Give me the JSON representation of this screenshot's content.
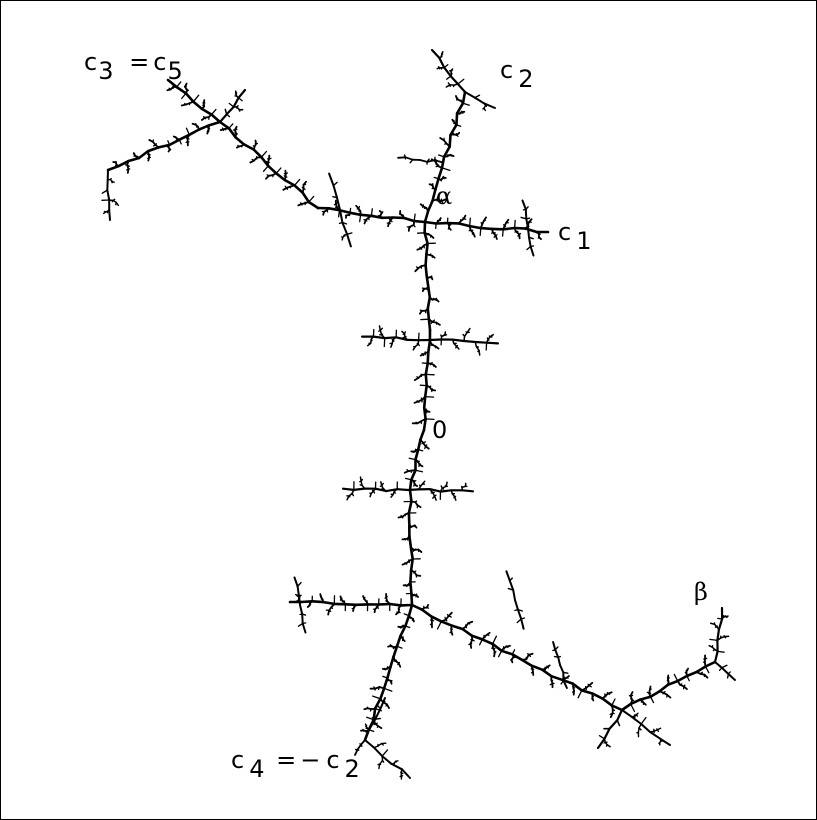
{
  "labels": {
    "c3_eq_c5": {
      "c": "c",
      "i1": "3",
      "eq": "=",
      "c2": "c",
      "i2": "5"
    },
    "c2": {
      "c": "c",
      "i": "2"
    },
    "alpha": "α",
    "c1": {
      "c": "c",
      "i": "1"
    },
    "zero": "0",
    "beta": "β",
    "c4_eq_minus_c2": {
      "c": "c",
      "i1": "4",
      "eq": "=",
      "minus": "−",
      "c2": "c",
      "i2": "2"
    }
  },
  "colors": {
    "ink": "#000000",
    "background": "#ffffff"
  }
}
